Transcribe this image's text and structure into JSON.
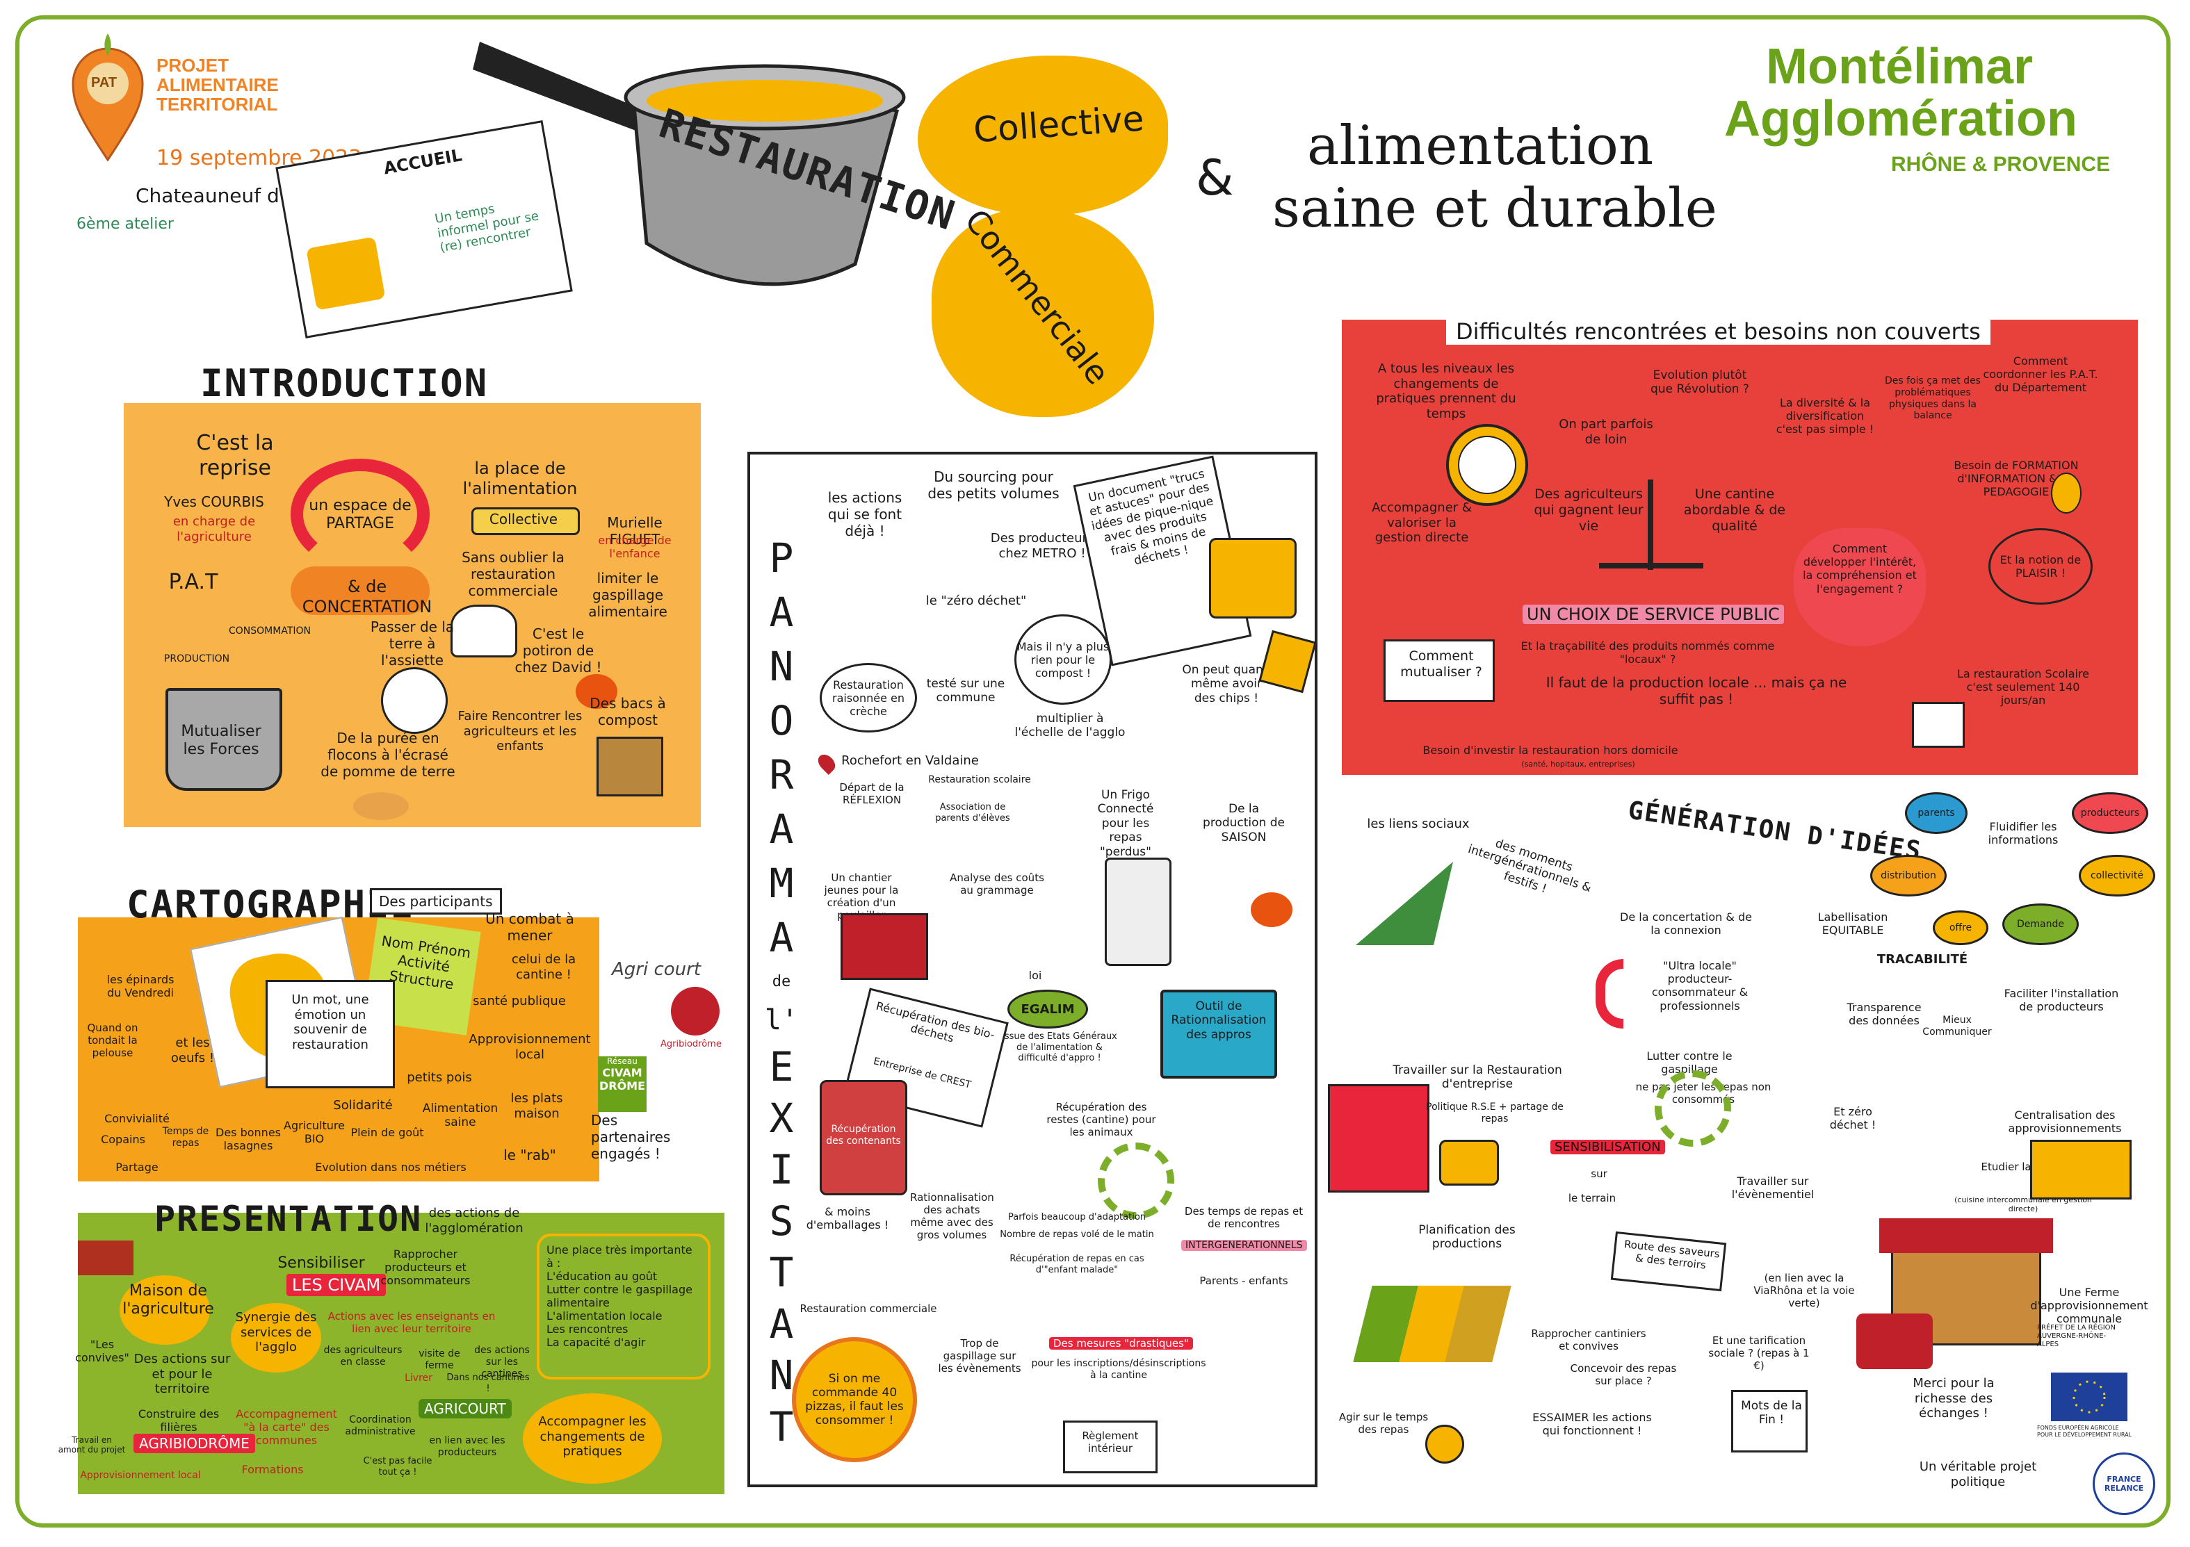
{
  "header": {
    "pat_logo_text": [
      "PROJET",
      "ALIMENTAIRE",
      "TERRITORIAL"
    ],
    "pat_badge": "PAT",
    "date": "19 septembre 2023",
    "place": "Chateauneuf du Rhône",
    "workshop": "6ème atelier",
    "accueil_title": "ACCUEIL",
    "accueil_text": "Un temps informel pour se (re) rencontrer",
    "pot_label": "RESTAURATION",
    "splash_collective": "Collective",
    "splash_commerciale": "Commerciale",
    "ampersand": "&",
    "title_line1": "alimentation",
    "title_line2": "saine et durable",
    "brand_line1": "Montélimar",
    "brand_line2": "Agglomération",
    "brand_line3": "RHÔNE & PROVENCE"
  },
  "introduction": {
    "title": "INTRODUCTION",
    "reprise": "C'est la reprise",
    "yves": "Yves COURBIS",
    "yves_role": "en charge de l'agriculture",
    "espace": "un espace de PARTAGE",
    "concertation": "& de CONCERTATION",
    "pat": "P.A.T",
    "production": "PRODUCTION",
    "consommation": "CONSOMMATION",
    "place_alim": "la place de l'alimentation",
    "collective": "Collective",
    "sans_oublier": "Sans oublier la restauration commerciale",
    "mutualiser": "Mutualiser les Forces",
    "passer": "Passer de la terre à l'assiette",
    "potiron": "C'est le potiron de chez David !",
    "puree": "De la purée en flocons à l'écrasé de pomme de terre",
    "rencontrer": "Faire Rencontrer les agriculteurs et les enfants",
    "bacs": "Des bacs à compost",
    "murielle": "Murielle FIGUET",
    "murielle_role": "en charge de l'enfance",
    "gaspillage": "limiter le gaspillage alimentaire"
  },
  "cartographie": {
    "title": "CARTOGRAPHIE",
    "participants": "Des participants",
    "sticky": "Nom Prénom Activité Structure",
    "souvenir": "Un mot, une émotion un souvenir de restauration",
    "combat": "Un combat à mener",
    "cantine": "celui de la cantine !",
    "sante": "santé publique",
    "appro": "Approvisionnement local",
    "petits_pois": "petits pois",
    "alim_saine": "Alimentation saine",
    "plats": "les plats maison",
    "solidarite": "Solidarité",
    "agri_bio": "Agriculture BIO",
    "epinards": "les épinards du Vendredi",
    "oeufs": "et les oeufs !",
    "pelouse": "Quand on tondait la pelouse",
    "convivialite": "Convivialité",
    "copains": "Copains",
    "partage": "Partage",
    "temps_repas": "Temps de repas",
    "lasagnes": "Des bonnes lasagnes",
    "plein_air": "Plein de goût",
    "evolution": "Evolution dans nos métiers",
    "rab": "le \"rab\"",
    "agricourt": "Agri court",
    "agribiodrome": "Agribiodrôme",
    "civam": "CIVAM DRÔME",
    "civam_top": "Réseau",
    "partenaires": "Des partenaires engagés !"
  },
  "presentation": {
    "title": "PRESENTATION",
    "subtitle": "des actions de l'agglomération",
    "maison": "Maison de l'agriculture",
    "sensibiliser": "Sensibiliser",
    "les_civam": "LES CIVAM",
    "rapprocher": "Rapprocher producteurs et consommateurs",
    "synergie": "Synergie des services de l'agglo",
    "actions_ens": "Actions avec les enseignants en lien avec leur territoire",
    "agriculteurs": "des agriculteurs en classe",
    "visite": "visite de ferme",
    "sensib_cantine": "des actions sur les cantines",
    "convives": "\"Les convives\"",
    "actions_amont": "Des actions sur et pour le territoire",
    "filieres": "Construire des filières",
    "agribiodrome": "AGRIBIODRÔME",
    "accompagnement": "Accompagnement \"à la carte\" des communes",
    "coordination": "Coordination administrative",
    "agricourt": "AGRICOURT",
    "livrer": "Livrer",
    "dans_cantines": "Dans nos cantines !",
    "lien_producteurs": "en lien avec les producteurs",
    "accompagner": "Accompagner les changements de pratiques",
    "formations": "Formations",
    "appro_local": "Approvisionnement local",
    "amont": "Travail en amont du projet",
    "cest_pas": "C'est pas facile tout ça !",
    "place_title": "Une place très importante à :",
    "place_items": [
      "L'éducation au goût",
      "Lutter contre le gaspillage alimentaire",
      "L'alimentation locale",
      "Les rencontres",
      "La capacité d'agir"
    ]
  },
  "panorama": {
    "vertical": [
      "P",
      "A",
      "N",
      "O",
      "R",
      "A",
      "M",
      "A"
    ],
    "de": "de",
    "l": "l'",
    "existant": [
      "E",
      "X",
      "I",
      "S",
      "T",
      "A",
      "N",
      "T"
    ],
    "actions": "les actions qui se font déjà !",
    "sourcing": "Du sourcing pour des petits volumes",
    "producteurs_metro": "Des producteurs chez METRO !",
    "document": "Un document \"trucs et astuces\" pour des idées de pique-nique avec des produits frais & moins de déchets !",
    "zero_dechet": "le \"zéro déchet\"",
    "compost": "Mais il n'y a plus rien pour le compost !",
    "raisonnee": "Restauration raisonnée en crèche",
    "teste": "testé sur une commune",
    "multiplier": "multiplier à l'échelle de l'agglo",
    "chips": "On peut quand même avoir des chips !",
    "rochefort": "Rochefort en Valdaine",
    "depart": "Départ de la RÉFLEXION",
    "resto_scolaire": "Restauration scolaire",
    "association": "Association de parents d'élèves",
    "chantier": "Un chantier jeunes pour la création d'un poulailler",
    "analyse": "Analyse des coûts au grammage",
    "frigo": "Un Frigo Connecté pour les repas \"perdus\"",
    "saison": "De la production de SAISON",
    "loi": "loi",
    "egalim": "EGALIM",
    "egalim_text": "issue des Etats Généraux de l'alimentation & difficulté d'appro !",
    "outil": "Outil de Rationnalisation des appros",
    "recup_bio": "Récupération des bio-déchets",
    "crest": "Entreprise de CREST",
    "recup_contenants": "Récupération des contenants",
    "recup_restes": "Récupération des restes (cantine) pour les animaux",
    "emballages": "& moins d'emballages !",
    "rationnalisation": "Rationnalisation des achats même avec des gros volumes",
    "adaptation": "Parfois beaucoup d'adaptation",
    "nombre_repas": "Nombre de repas volé de le matin",
    "recup_repas": "Récupération de repas en cas d'\"enfant malade\"",
    "temps_repas": "Des temps de repas et de rencontres",
    "intergen": "INTERGENERATIONNELS",
    "parents": "Parents - enfants",
    "resto_comm": "Restauration commerciale",
    "pizzas": "Si on me commande 40 pizzas, il faut les consommer !",
    "trop": "Trop de gaspillage sur les évènements",
    "mesures": "Des mesures \"drastiques\"",
    "inscriptions": "pour les inscriptions/désinscriptions à la cantine",
    "reglement": "Règlement intérieur"
  },
  "difficultes": {
    "title": "Difficultés rencontrées et besoins non couverts",
    "niveaux": "A tous les niveaux les changements de pratiques prennent du temps",
    "loin": "On part parfois de loin",
    "evolution": "Evolution plutôt que Révolution ?",
    "diversite": "La diversité & la diversification c'est pas simple !",
    "fois": "Des fois ça met des problématiques physiques dans la balance",
    "coordonner": "Comment coordonner les P.A.T. du Département",
    "accompagner": "Accompagner & valoriser la gestion directe",
    "agriculteurs": "Des agriculteurs qui gagnent leur vie",
    "cantine": "Une cantine abordable & de qualité",
    "choix": "UN CHOIX DE SERVICE PUBLIC",
    "developper": "Comment développer l'intérêt, la compréhension et l'engagement ?",
    "formation": "Besoin de FORMATION d'INFORMATION & de PEDAGOGIE",
    "plaisir": "Et la notion de PLAISIR !",
    "mutualiser": "Comment mutualiser ?",
    "tracabilite": "Et la traçabilité des produits nommés comme \"locaux\" ?",
    "production_locale": "Il faut de la production locale ... mais ça ne suffit pas !",
    "scolaire": "La restauration Scolaire c'est seulement 140 jours/an",
    "investir": "Besoin d'investir la restauration hors domicile",
    "investir_detail": "(santé, hopitaux, entreprises)"
  },
  "generation": {
    "title": "GÉNÉRATION D'IDÉES",
    "liens": "les liens sociaux",
    "moments": "des moments intergénérationnels & festifs !",
    "concertation": "De la concertation & de la connexion",
    "ultra": "\"Ultra locale\" producteur-consommateur & professionnels",
    "labellisation": "Labellisation EQUITABLE",
    "tracabilite": "TRACABILITÉ",
    "transparence": "Transparence des données",
    "mieux": "Mieux Communiquer",
    "faciliter": "Faciliter l'installation de producteurs",
    "fluidifier": "Fluidifier les informations",
    "network": [
      "parents",
      "producteurs",
      "distribution",
      "collectivité",
      "offre",
      "Demande"
    ],
    "rse": "Travailler sur la Restauration d'entreprise",
    "rse_detail": "Politique R.S.E + partage de repas",
    "lutter": "Lutter contre le gaspillage",
    "jeter": "ne pas jeter les repas non consommés",
    "zero": "Et zéro déchet !",
    "sensibilisation": "SENSIBILISATION",
    "sur": "sur",
    "terrain": "le terrain",
    "evenementiel": "Travailler sur l'évènementiel",
    "centralisation": "Centralisation des approvisionnements",
    "regie": "Etudier la production en Régie",
    "cuisine": "(cuisine intercommunale en gestion directe)",
    "planification": "Planification des productions",
    "route": "Route des saveurs & des terroirs",
    "viarhona": "(en lien avec la ViaRhôna et la voie verte)",
    "ferme": "Une Ferme d'approvisionnement communale",
    "rapprocher": "Rapprocher cantiniers et convives",
    "concevoir": "Concevoir des repas sur place ?",
    "tarification": "Et une tarification sociale ? (repas à 1 €)",
    "agir": "Agir sur le temps des repas",
    "essaimer": "ESSAIMER les actions qui fonctionnent !",
    "mots": "Mots de la Fin !",
    "merci": "Merci pour la richesse des échanges !",
    "politique": "Un véritable projet politique",
    "prefet": "PRÉFET DE LA RÉGION AUVERGNE-RHÔNE-ALPES",
    "eu_text": "FONDS EUROPÉEN AGRICOLE POUR LE DÉVELOPPEMENT RURAL",
    "france_relance": "FRANCE RELANCE"
  },
  "colors": {
    "vine": "#7cae2a",
    "orange_panel": "#f8b44a",
    "orange_dark": "#f5a21a",
    "red_panel": "#e8413b",
    "green_panel": "#8db52c",
    "yellow": "#f6b400",
    "brand_green": "#6aa319"
  }
}
